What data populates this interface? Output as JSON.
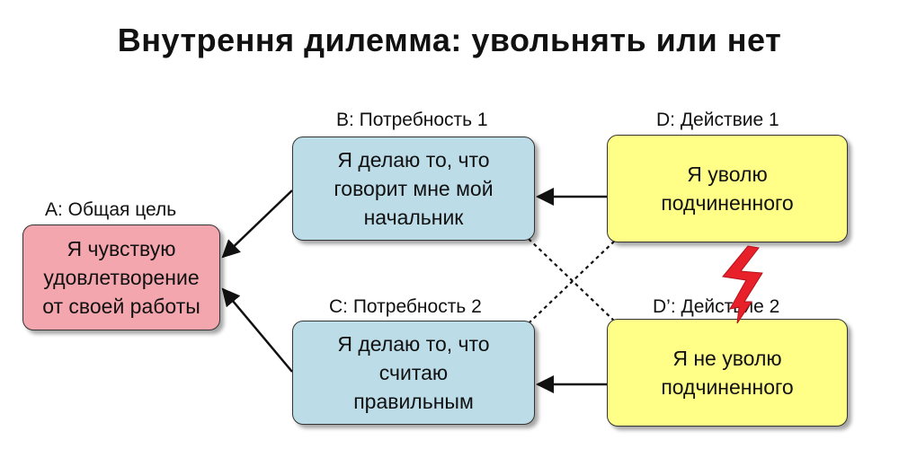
{
  "title": "Внутрення дилемма: увольнять или нет",
  "nodes": {
    "a": {
      "label": "A: Общая цель",
      "text": "Я чувствую\nудовлетворение\nот своей работы"
    },
    "b": {
      "label": "B: Потребность 1",
      "text": "Я делаю то, что\nговорит мне мой\nначальник"
    },
    "c": {
      "label": "C: Потребность 2",
      "text": "Я делаю то, что\nсчитаю\nправильным"
    },
    "d": {
      "label": "D: Действие 1",
      "text": "Я уволю\nподчиненного"
    },
    "d2": {
      "label": "D’: Действие 2",
      "text": "Я не уволю\nподчиненного"
    }
  },
  "colors": {
    "goal": "#F4A6AE",
    "need": "#BCDCE8",
    "action": "#FFFF88",
    "conflict": "#E8202A",
    "line": "#111111"
  },
  "icons": {
    "conflict": "lightning-bolt-icon"
  }
}
